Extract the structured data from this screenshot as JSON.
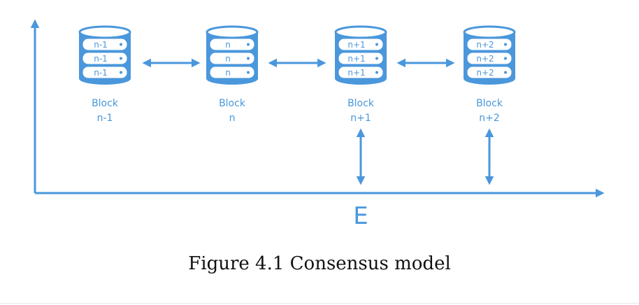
{
  "colors": {
    "accent": "#4a97dc",
    "text": "#111111"
  },
  "axis": {
    "x_label": "E"
  },
  "blocks": [
    {
      "disk_label": "n-1",
      "name": "Block",
      "id": "n-1"
    },
    {
      "disk_label": "n",
      "name": "Block",
      "id": "n"
    },
    {
      "disk_label": "n+1",
      "name": "Block",
      "id": "n+1"
    },
    {
      "disk_label": "n+2",
      "name": "Block",
      "id": "n+2"
    }
  ],
  "caption": "Figure 4.1 Consensus model"
}
